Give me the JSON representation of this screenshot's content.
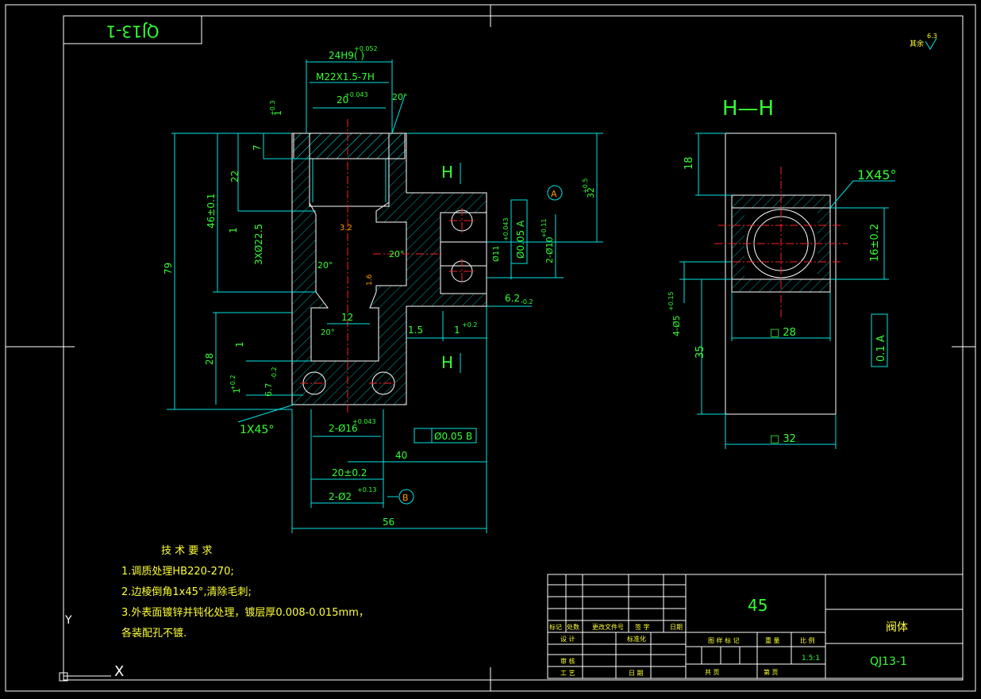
{
  "drawing_code": "QJ13-1",
  "roughness_default": {
    "prefix": "其余",
    "value": "6.3"
  },
  "section_title": "H—H",
  "section_mark": "H",
  "datum_a": "A",
  "datum_b": "B",
  "dims_front": {
    "d_24h9": "24H9(   )",
    "d_24h9_tol": "+0.052",
    "d_thread": "M22X1.5-7H",
    "d_20": "20",
    "d_20_tol": "+0.043",
    "d_20deg_top": "20°",
    "d_1": "1",
    "d_1_tol": "+0.3",
    "d_7": "7",
    "d_22": "22",
    "d_46": "46±0.1",
    "d_1b": "1",
    "d_3x": "3XØ22.5",
    "d_79": "79",
    "d_20deg_a": "20°",
    "d_20deg_b": "20°",
    "d_20deg_c": "20°",
    "d_12": "12",
    "d_1c": "1",
    "d_28": "28",
    "d_1_2": "1",
    "d_1_2_tol": "+0.2",
    "d_67": "6.7",
    "d_67_tol": "-0.2",
    "d_1x45": "1X45°",
    "d_2phi16": "2-Ø16",
    "d_2phi16_tol": "+0.043",
    "d_40": "40",
    "d_20_02": "20±0.2",
    "d_2phi2": "2-Ø2",
    "d_2phi2_tol": "+0.13",
    "d_56": "56",
    "d_15": "1.5",
    "d_1_3": "1",
    "d_1_3_tol": "+0.2",
    "d_62": "6.2",
    "d_62_tol": "-0.2",
    "d_32": "32",
    "d_32_tol": "+0.5",
    "d_2phi10": "2-Ø10",
    "d_2phi10_tol": "+0.11",
    "d_phi11": "Ø11",
    "d_phi11_tol": "+0.043",
    "tol_a": "Ø0.05 A",
    "tol_b": "Ø0.05 B",
    "ra_32": "3.2",
    "ra_16": "1.6"
  },
  "dims_section": {
    "d_18": "18",
    "d_1x45": "1X45°",
    "d_16": "16±0.2",
    "d_4phi5": "4-Ø5",
    "d_4phi5_tol": "+0.15",
    "d_35": "35",
    "d_sq28": "□ 28",
    "d_sq32": "□ 32",
    "tol_flat": "0.1 A"
  },
  "tech": {
    "title": "技 术 要 求",
    "items": [
      "1.调质处理HB220-270;",
      "2.边棱倒角1x45°,清除毛刺;",
      "3.外表面镀锌并钝化处理，镀层厚0.008-0.015mm，",
      "   各装配孔不镀."
    ]
  },
  "title_block": {
    "material": "45",
    "part_name": "阀体",
    "code": "QJ13-1",
    "scale": "1.5:1",
    "labels": {
      "mark": "标记",
      "count": "处数",
      "file": "更改文件号",
      "sign": "签 字",
      "date": "日期",
      "design": "设 计",
      "std": "标准化",
      "review": "审 核",
      "process": "工 艺",
      "date2": "日 期",
      "stage": "图 样 标 记",
      "weight": "重 量",
      "ratio": "比 例",
      "total": "共    页",
      "page": "第    页"
    }
  },
  "ucs": {
    "x": "X",
    "y": "Y"
  }
}
